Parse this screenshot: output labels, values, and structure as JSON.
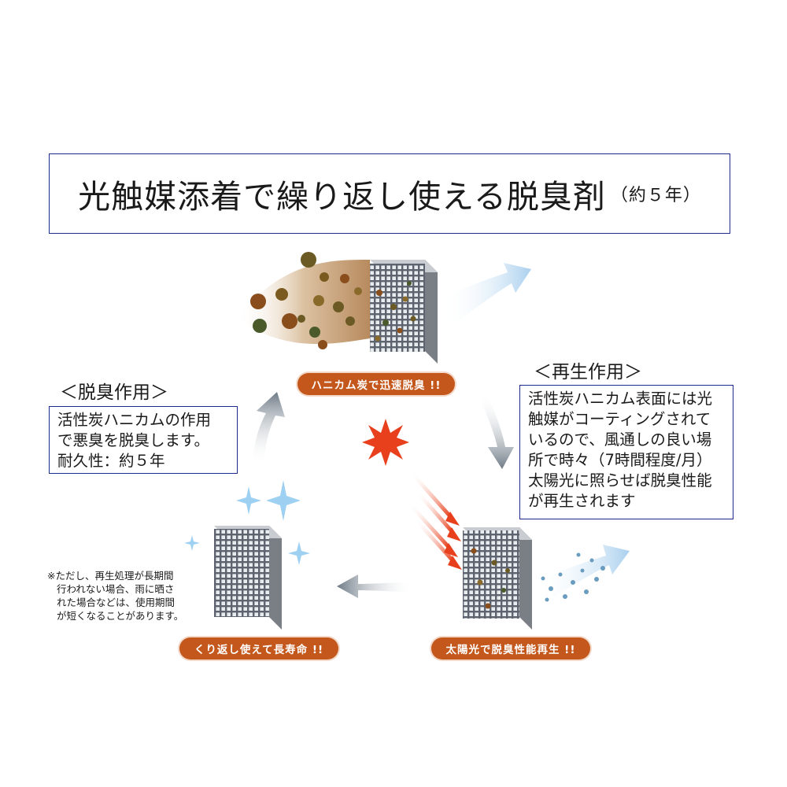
{
  "title": {
    "main": "光触媒添着で繰り返し使える脱臭剤",
    "sub": "（約５年）"
  },
  "left": {
    "heading": "＜脱臭作用＞",
    "lines": [
      "活性炭ハニカムの作用",
      "で悪臭を脱臭します。",
      "耐久性：約５年"
    ]
  },
  "right": {
    "heading": "＜再生作用＞",
    "lines": [
      "活性炭ハニカム表面には光",
      "触媒がコーティングされて",
      "いるので、風通しの良い場",
      "所で時々（7時間程度/月）",
      "太陽光に照らせば脱臭性能",
      "が再生されます"
    ]
  },
  "labels": {
    "top": "ハニカム炭で迅速脱臭 !!",
    "bottom_left": "くり返し使えて長寿命 !!",
    "bottom_right": "太陽光で脱臭性能再生 !!"
  },
  "note": [
    "※ただし、再生処理が長期間",
    "行われない場合、雨に晒さ",
    "れた場合などは、使用期間",
    "が短くなることがあります。"
  ],
  "colors": {
    "border": "#1c2a8c",
    "pill": "#c4571c",
    "sun": "#e8401c",
    "arrow_gray": "#6e7a86",
    "air": "#bcdaf0"
  }
}
